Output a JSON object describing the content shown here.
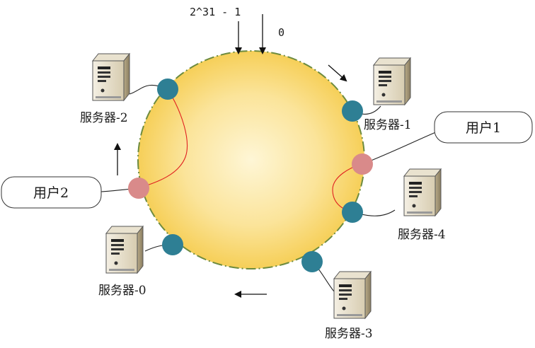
{
  "ring": {
    "max_label": "2^31 - 1",
    "zero_label": "0"
  },
  "servers": [
    {
      "label": "服务器-2"
    },
    {
      "label": "服务器-1"
    },
    {
      "label": "服务器-4"
    },
    {
      "label": "服务器-0"
    },
    {
      "label": "服务器-3"
    }
  ],
  "users": [
    {
      "label": "用户1"
    },
    {
      "label": "用户2"
    }
  ],
  "colors": {
    "server_node": "#2e7f94",
    "user_node": "#d98a8a",
    "route_line": "#e02020",
    "ring_border": "#6d8b3f",
    "ring_center": "#fdf2c6",
    "ring_edge": "#f7d05a"
  },
  "icons": {
    "server": "server-tower-icon",
    "arrow": "direction-arrow-icon"
  }
}
